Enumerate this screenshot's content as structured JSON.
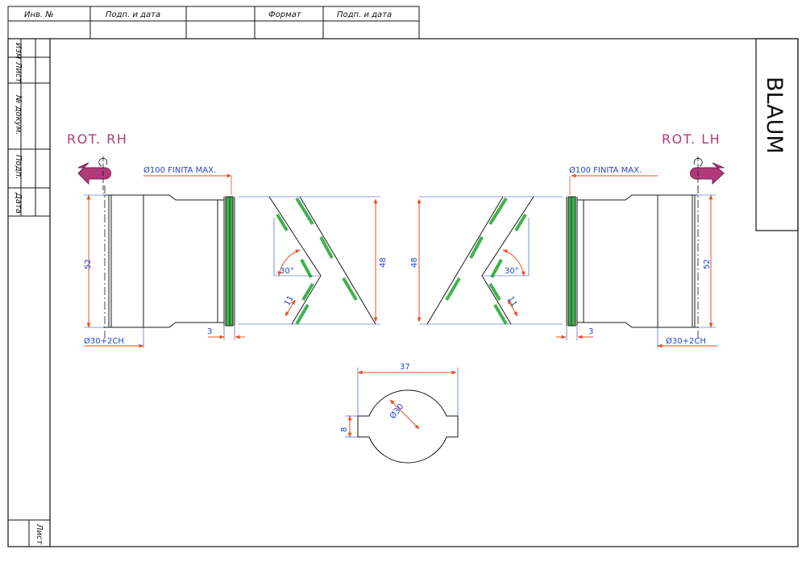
{
  "stamp_top": {
    "inv_no": "Инв. №",
    "sign_date_1": "Подп. и дата",
    "format": "Формат",
    "sign_date_2": "Подп. и дата"
  },
  "stamp_left": {
    "izm": "Изм",
    "list": "Лист",
    "doc_no": "№ докум.",
    "sign": "Подп.",
    "date": "Дата",
    "sheet": "Лист"
  },
  "brand": "BLAUM",
  "views": {
    "left": {
      "rotation_label": "ROT. RH",
      "diameter_label": "Ø100 FINITA MAX.",
      "height_dim": "52",
      "bore_dim": "Ø30+2CH",
      "thickness_dim": "3",
      "blade_height_dim": "48",
      "angle_dim": "30°",
      "blade_width_dim": "11"
    },
    "right": {
      "rotation_label": "ROT. LH",
      "diameter_label": "Ø100 FINITA MAX.",
      "height_dim": "52",
      "bore_dim": "Ø30+2CH",
      "thickness_dim": "3",
      "blade_height_dim": "48",
      "angle_dim": "30°",
      "blade_width_dim": "11"
    },
    "bore_detail": {
      "width_dim": "37",
      "diameter_dim": "Ø30",
      "key_dim": "8"
    }
  },
  "colors": {
    "line": "#1a1a1a",
    "dimension": "#2244cc",
    "leader": "#e8501e",
    "blade": "#3cb44b",
    "rotation_arrow": "#b03a7a"
  }
}
